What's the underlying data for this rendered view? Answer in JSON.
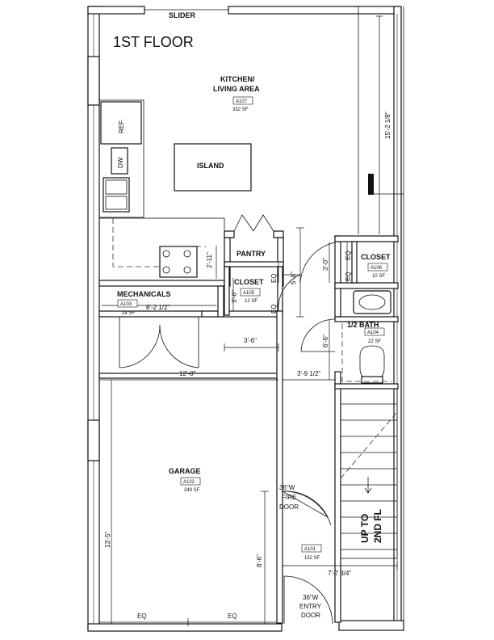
{
  "title": "1ST FLOOR",
  "top_label": "SLIDER",
  "rooms": {
    "kitchen": {
      "name_line1": "KITCHEN/",
      "name_line2": "LIVING AREA",
      "code": "A107",
      "area": "332 SF"
    },
    "island": "ISLAND",
    "ref": "REF.",
    "dw": "DW",
    "pantry": "PANTRY",
    "closet_pantry": {
      "name": "CLOSET",
      "code": "A105",
      "area": "12 SF"
    },
    "closet_bath": {
      "name": "CLOSET",
      "code": "A106",
      "area": "10 SF"
    },
    "half_bath": {
      "name": "1/2 BATH",
      "code": "A104",
      "area": "22 SF"
    },
    "mechanicals": {
      "name": "MECHANICALS",
      "code": "A103",
      "area": "18 SF"
    },
    "garage": {
      "name": "GARAGE",
      "code": "A102",
      "area": "249 SF"
    },
    "stair": {
      "name_line1": "UP TO",
      "name_line2": "2ND FL",
      "code": "A101",
      "area": "152 SF"
    }
  },
  "doors": {
    "fire": {
      "line1": "36\"W",
      "line2": "FIRE",
      "line3": "DOOR"
    },
    "entry": {
      "line1": "36\"W",
      "line2": "ENTRY",
      "line3": "DOOR"
    }
  },
  "dimensions": {
    "d15_2": "15'-2 1/8\"",
    "d2_11": "2'-11\"",
    "d5_8": "5'-8\"",
    "d3_0": "3'-0\"",
    "d3_6a": "3'-6\"",
    "d3_6b": "3'-6\"",
    "d8_2": "8'-2 1/2\"",
    "d12_0": "12'-0\"",
    "d3_9": "3'-9 1/2\"",
    "d6_6": "6'-6\"",
    "d13_5": "13'-5\"",
    "d8_6": "8'-6\"",
    "d7_7": "7'-7 3/4\"",
    "eq_pantry_1": "EQ",
    "eq_pantry_2": "EQ",
    "eq_closet_1": "EQ",
    "eq_closet_2": "EQ",
    "eq_bottom_1": "EQ",
    "eq_bottom_2": "EQ"
  }
}
